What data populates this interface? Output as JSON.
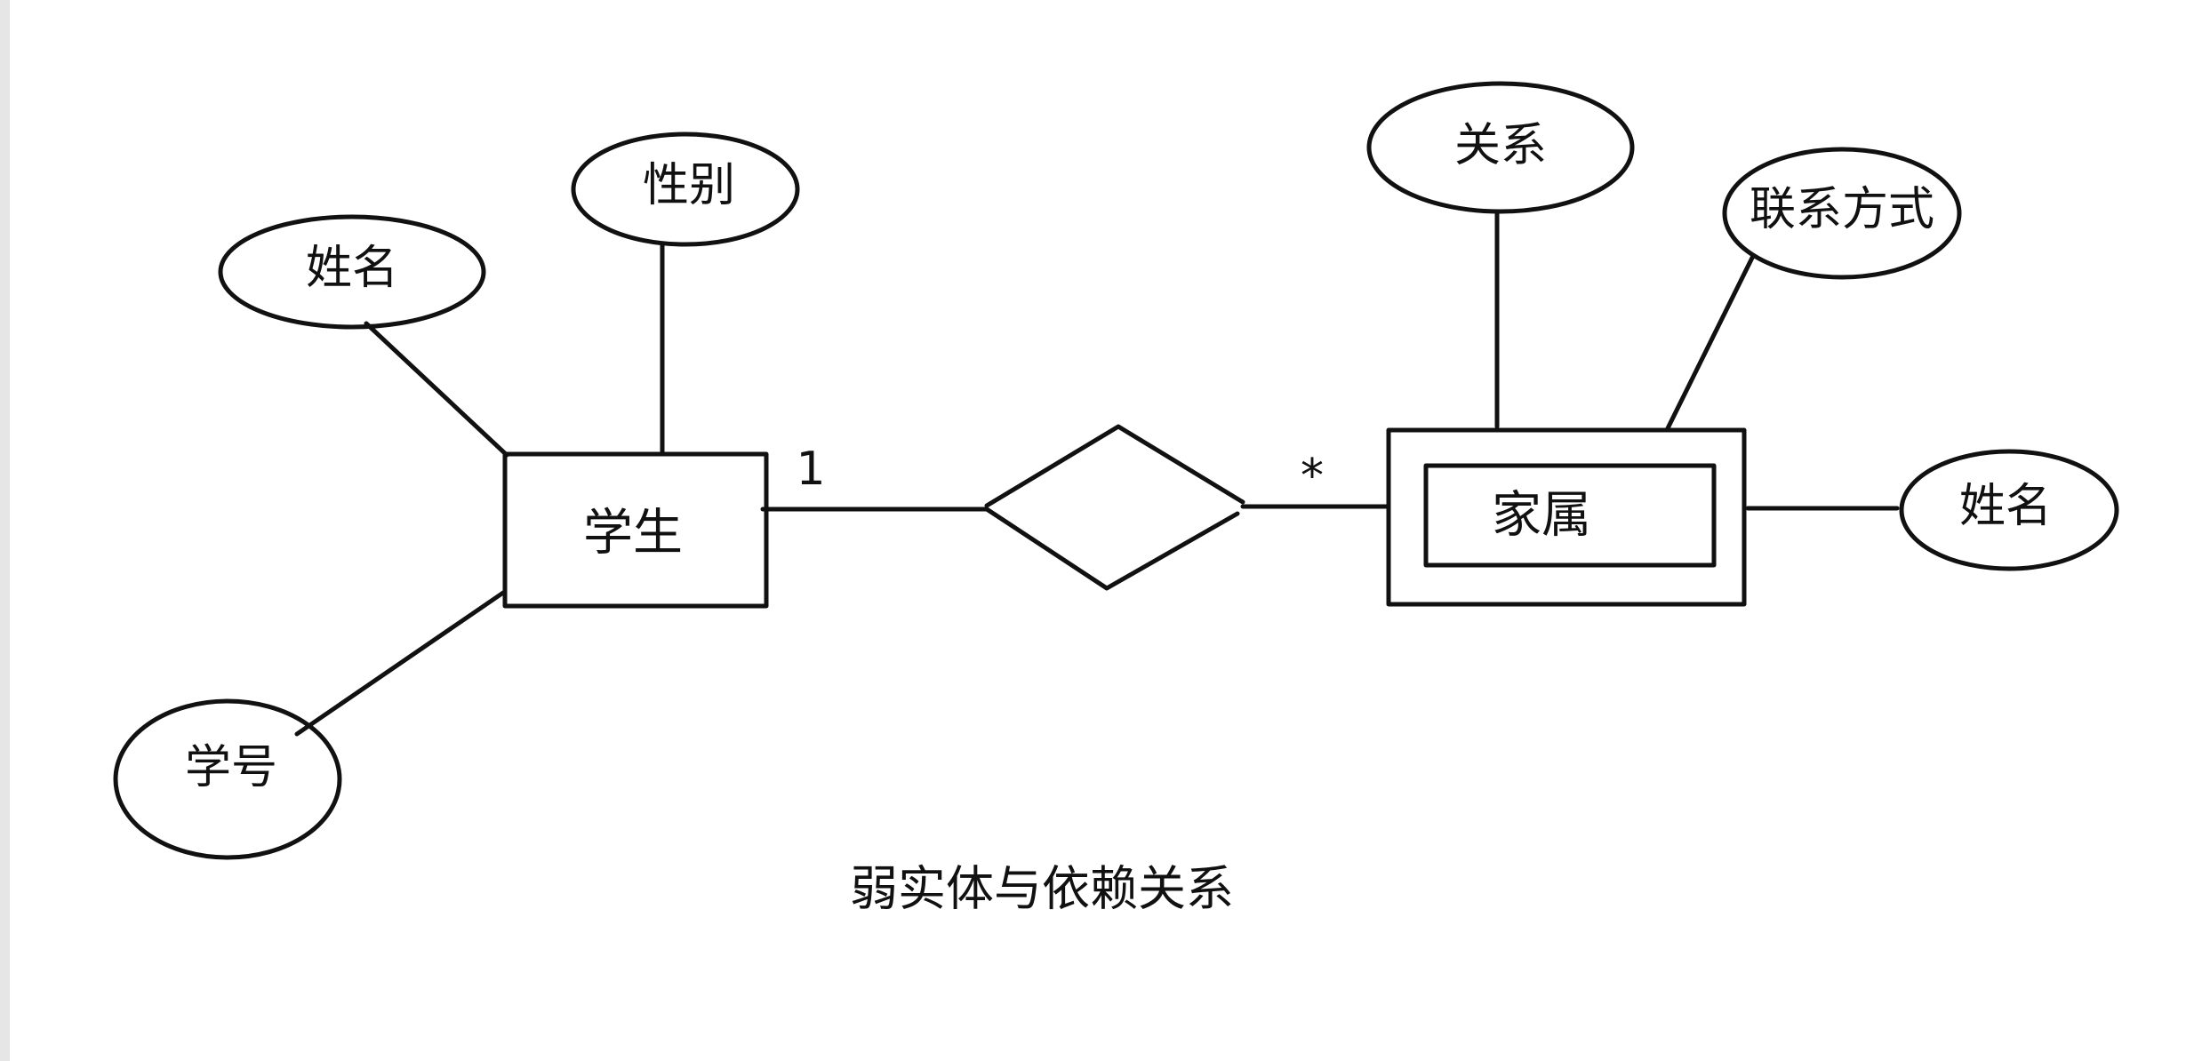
{
  "diagram": {
    "entities": {
      "student": "学生",
      "dependent": "家属"
    },
    "attributes": {
      "student_name": "姓名",
      "student_gender": "性别",
      "student_id": "学号",
      "dependent_relation": "关系",
      "dependent_contact": "联系方式",
      "dependent_name": "姓名"
    },
    "cardinality": {
      "student_side": "1",
      "dependent_side": "*"
    },
    "caption": "弱实体与依赖关系"
  },
  "colors": {
    "stroke": "#111111",
    "background": "#ffffff",
    "left_edge": "#e6e6e6"
  }
}
